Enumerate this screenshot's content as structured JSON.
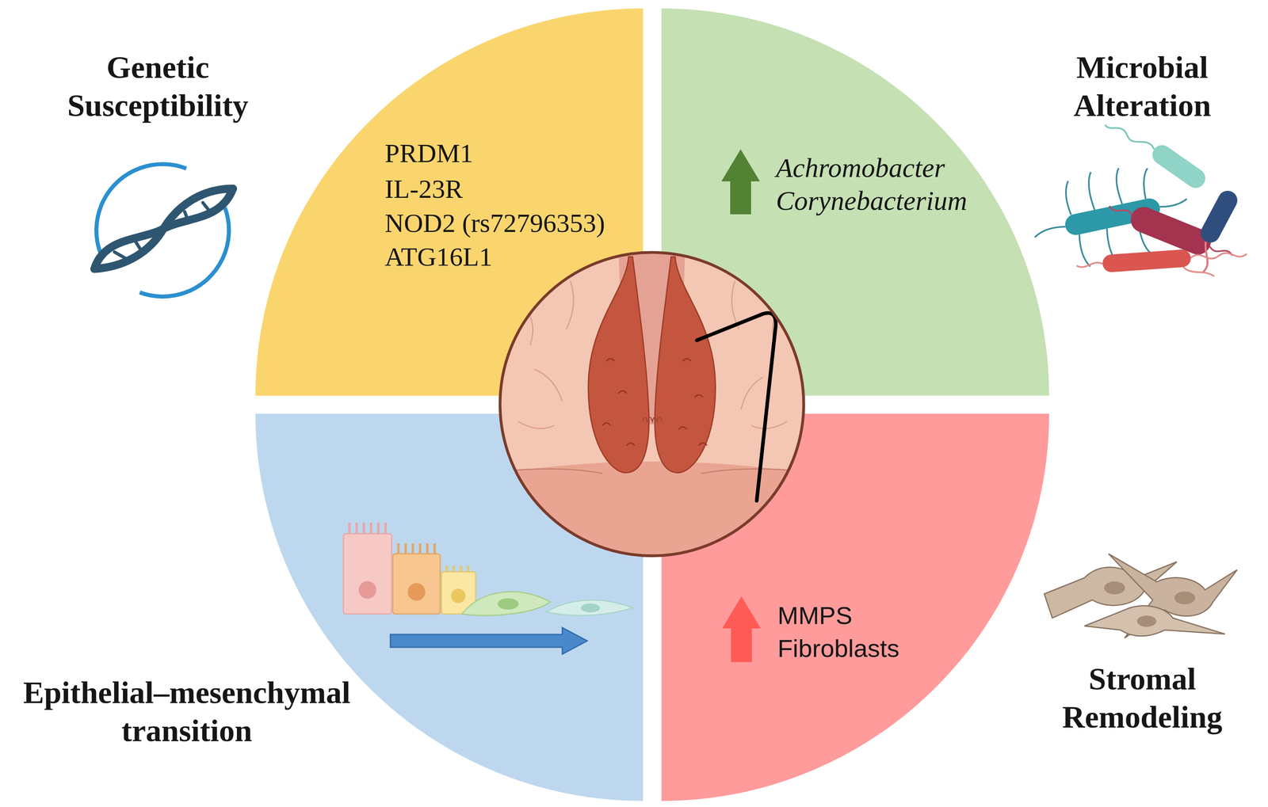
{
  "diagram": {
    "nodes": [
      {
        "text": [
          "Genetic Susceptibility",
          "PRDM1",
          "IL-23R",
          "NOD2 (rs72796353)",
          "ATG16L1"
        ]
      },
      {
        "text": [
          "Microbial Alteration",
          "Achromobacter",
          "Corynebacterium"
        ]
      },
      {
        "text": [
          "Epithelial–mesenchymal transition"
        ]
      },
      {
        "text": [
          "Stromal Remodeling",
          "MMPS",
          "Fibroblasts"
        ]
      }
    ]
  }
}
